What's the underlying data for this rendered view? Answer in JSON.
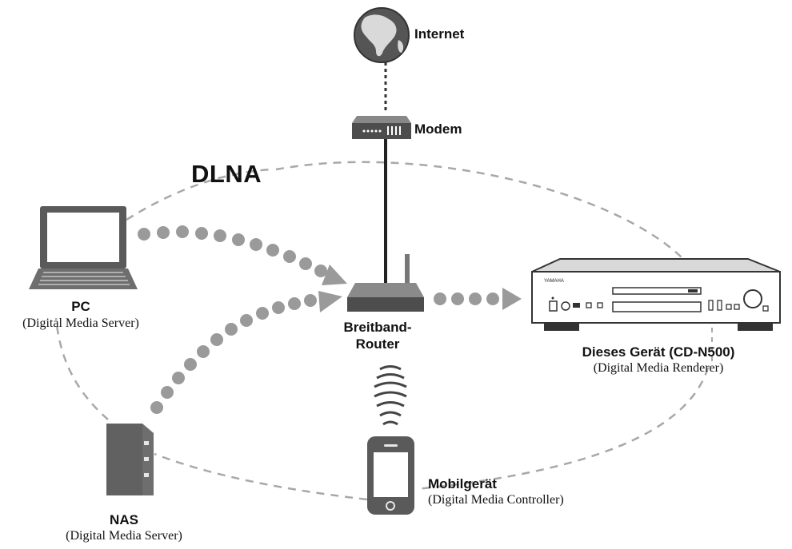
{
  "title": "DLNA",
  "colors": {
    "ink": "#222222",
    "device_gray": "#6e6e6e",
    "arrow_gray": "#9a9a9a",
    "dashed_gray": "#a8a8a8"
  },
  "nodes": {
    "internet": {
      "label": "Internet",
      "icon": "globe-icon"
    },
    "modem": {
      "label": "Modem",
      "icon": "modem-icon"
    },
    "router": {
      "label_line1": "Breitband-",
      "label_line2": "Router",
      "icon": "router-icon"
    },
    "pc": {
      "label": "PC",
      "role": "(Digital Media Server)",
      "icon": "laptop-icon"
    },
    "nas": {
      "label": "NAS",
      "role": "(Digital Media Server)",
      "icon": "nas-icon"
    },
    "device": {
      "label": "Dieses Gerät (CD-N500)",
      "role": "(Digital Media Renderer)",
      "icon": "cd-player-icon",
      "brand": "YAMAHA"
    },
    "mobile": {
      "label": "Mobilgerät",
      "role": "(Digital Media Controller)",
      "icon": "smartphone-icon"
    }
  }
}
